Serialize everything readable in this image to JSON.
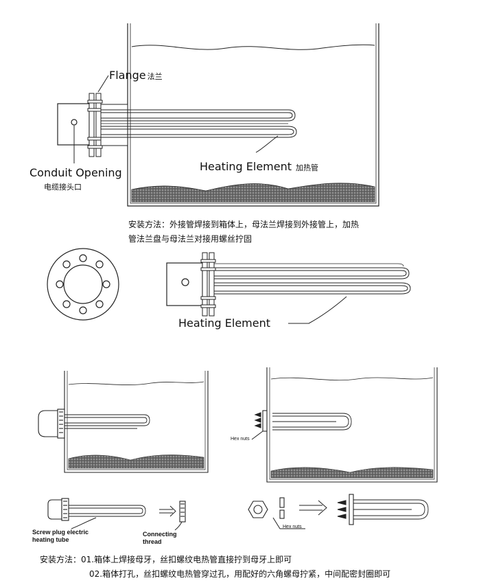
{
  "fig1": {
    "flange_en": "Flange",
    "flange_cn": "法兰",
    "conduit_en": "Conduit Opening",
    "conduit_cn": "电缆接头口",
    "heating_en": "Heating Element",
    "heating_cn": "加热管",
    "install_line1": "安装方法：外接管焊接到箱体上，母法兰焊接到外接管上，加热",
    "install_line2": "管法兰盘与母法兰对接用螺丝拧固"
  },
  "fig2": {
    "heating_en": "Heating Element"
  },
  "fig3": {
    "hex_nuts_tank": "Hex nuts",
    "hex_nuts_parts": "Hex nuts",
    "screw_plug_line1": "Screw plug electric",
    "screw_plug_line2": "heating tube",
    "connecting_line1": "Connecting",
    "connecting_line2": "thread"
  },
  "footer": {
    "method_line1": "安装方法：01.箱体上焊接母牙，丝扣螺纹电热管直接拧到母牙上即可",
    "method_line2": "02.箱体打孔，丝扣螺纹电热管穿过孔，用配好的六角螺母拧紧，中间配密封圈即可"
  },
  "colors": {
    "line": "#222222",
    "sediment": "#555555"
  }
}
